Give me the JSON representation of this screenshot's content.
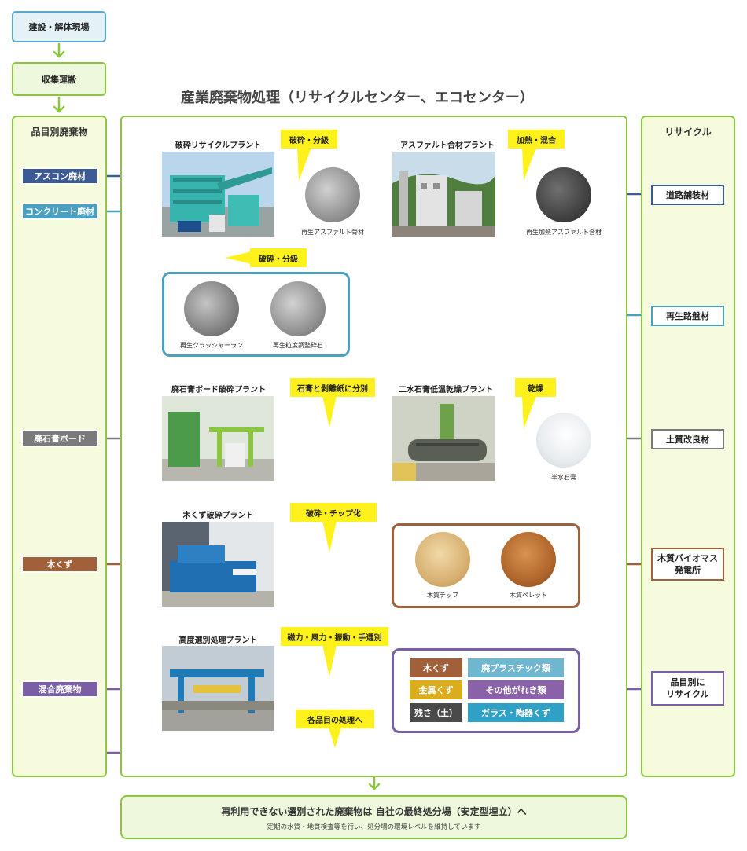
{
  "colors": {
    "green": "#8cc63f",
    "navy": "#3c5a96",
    "teal": "#4aa0c0",
    "gray": "#7a7a7a",
    "brown": "#a0613a",
    "purple": "#7b5fa6",
    "yellow": "#fff21c"
  },
  "flow_top": {
    "construction": "建設・解体現場",
    "transport": "収集運搬"
  },
  "main_title": "産業廃棄物処理（リサイクルセンター、エコセンター）",
  "columns": {
    "left_title": "品目別廃棄物",
    "right_title": "リサイクル"
  },
  "sources": {
    "ascon": "アスコン廃材",
    "concrete": "コンクリート廃材",
    "gypsum": "廃石膏ボード",
    "wood": "木くず",
    "mixed": "混合廃棄物"
  },
  "destinations": {
    "road": "道路舗装材",
    "roadbed": "再生路盤材",
    "soil": "土質改良材",
    "biomass": "木質バイオマス\n発電所",
    "sorted": "品目別に\nリサイクル"
  },
  "plants": {
    "crush": "破砕リサイクルプラント",
    "asphalt": "アスファルト合材プラント",
    "gypsum_crush": "廃石膏ボード破砕プラント",
    "gypsum_dry": "二水石膏低温乾燥プラント",
    "wood_crush": "木くず破砕プラント",
    "sorting": "高度選別処理プラント"
  },
  "callouts": {
    "c1": "破砕・分級",
    "c2": "加熱・混合",
    "c3": "破砕・分級",
    "c4": "石膏と剥離紙に分別",
    "c5": "乾燥",
    "c6": "破砕・チップ化",
    "c7": "磁力・風力・振動・手選別",
    "c8": "各品目の処理へ"
  },
  "products": {
    "recycled_aggregate": "再生アスファルト骨材",
    "heated_mix": "再生加熱アスファルト合材",
    "crusher_run": "再生クラッシャーラン",
    "graded_stone": "再生粒度調整砕石",
    "hemihydrate": "半水石膏",
    "wood_chip": "木質チップ",
    "wood_pellet": "木質ペレット"
  },
  "sorted_items": [
    {
      "label": "木くず",
      "color": "#a0613a"
    },
    {
      "label": "廃プラスチック類",
      "color": "#6fb7cf"
    },
    {
      "label": "金属くず",
      "color": "#d9ad1e"
    },
    {
      "label": "その他がれき類",
      "color": "#8a62a8"
    },
    {
      "label": "残さ（土）",
      "color": "#4a4a4a"
    },
    {
      "label": "ガラス・陶器くず",
      "color": "#2fa0c6"
    }
  ],
  "bottom": {
    "title": "再利用できない選別された廃棄物は 自社の最終処分場（安定型埋立）へ",
    "note": "定期の水質・地質検査等を行い、処分場の環境レベルを維持しています"
  }
}
